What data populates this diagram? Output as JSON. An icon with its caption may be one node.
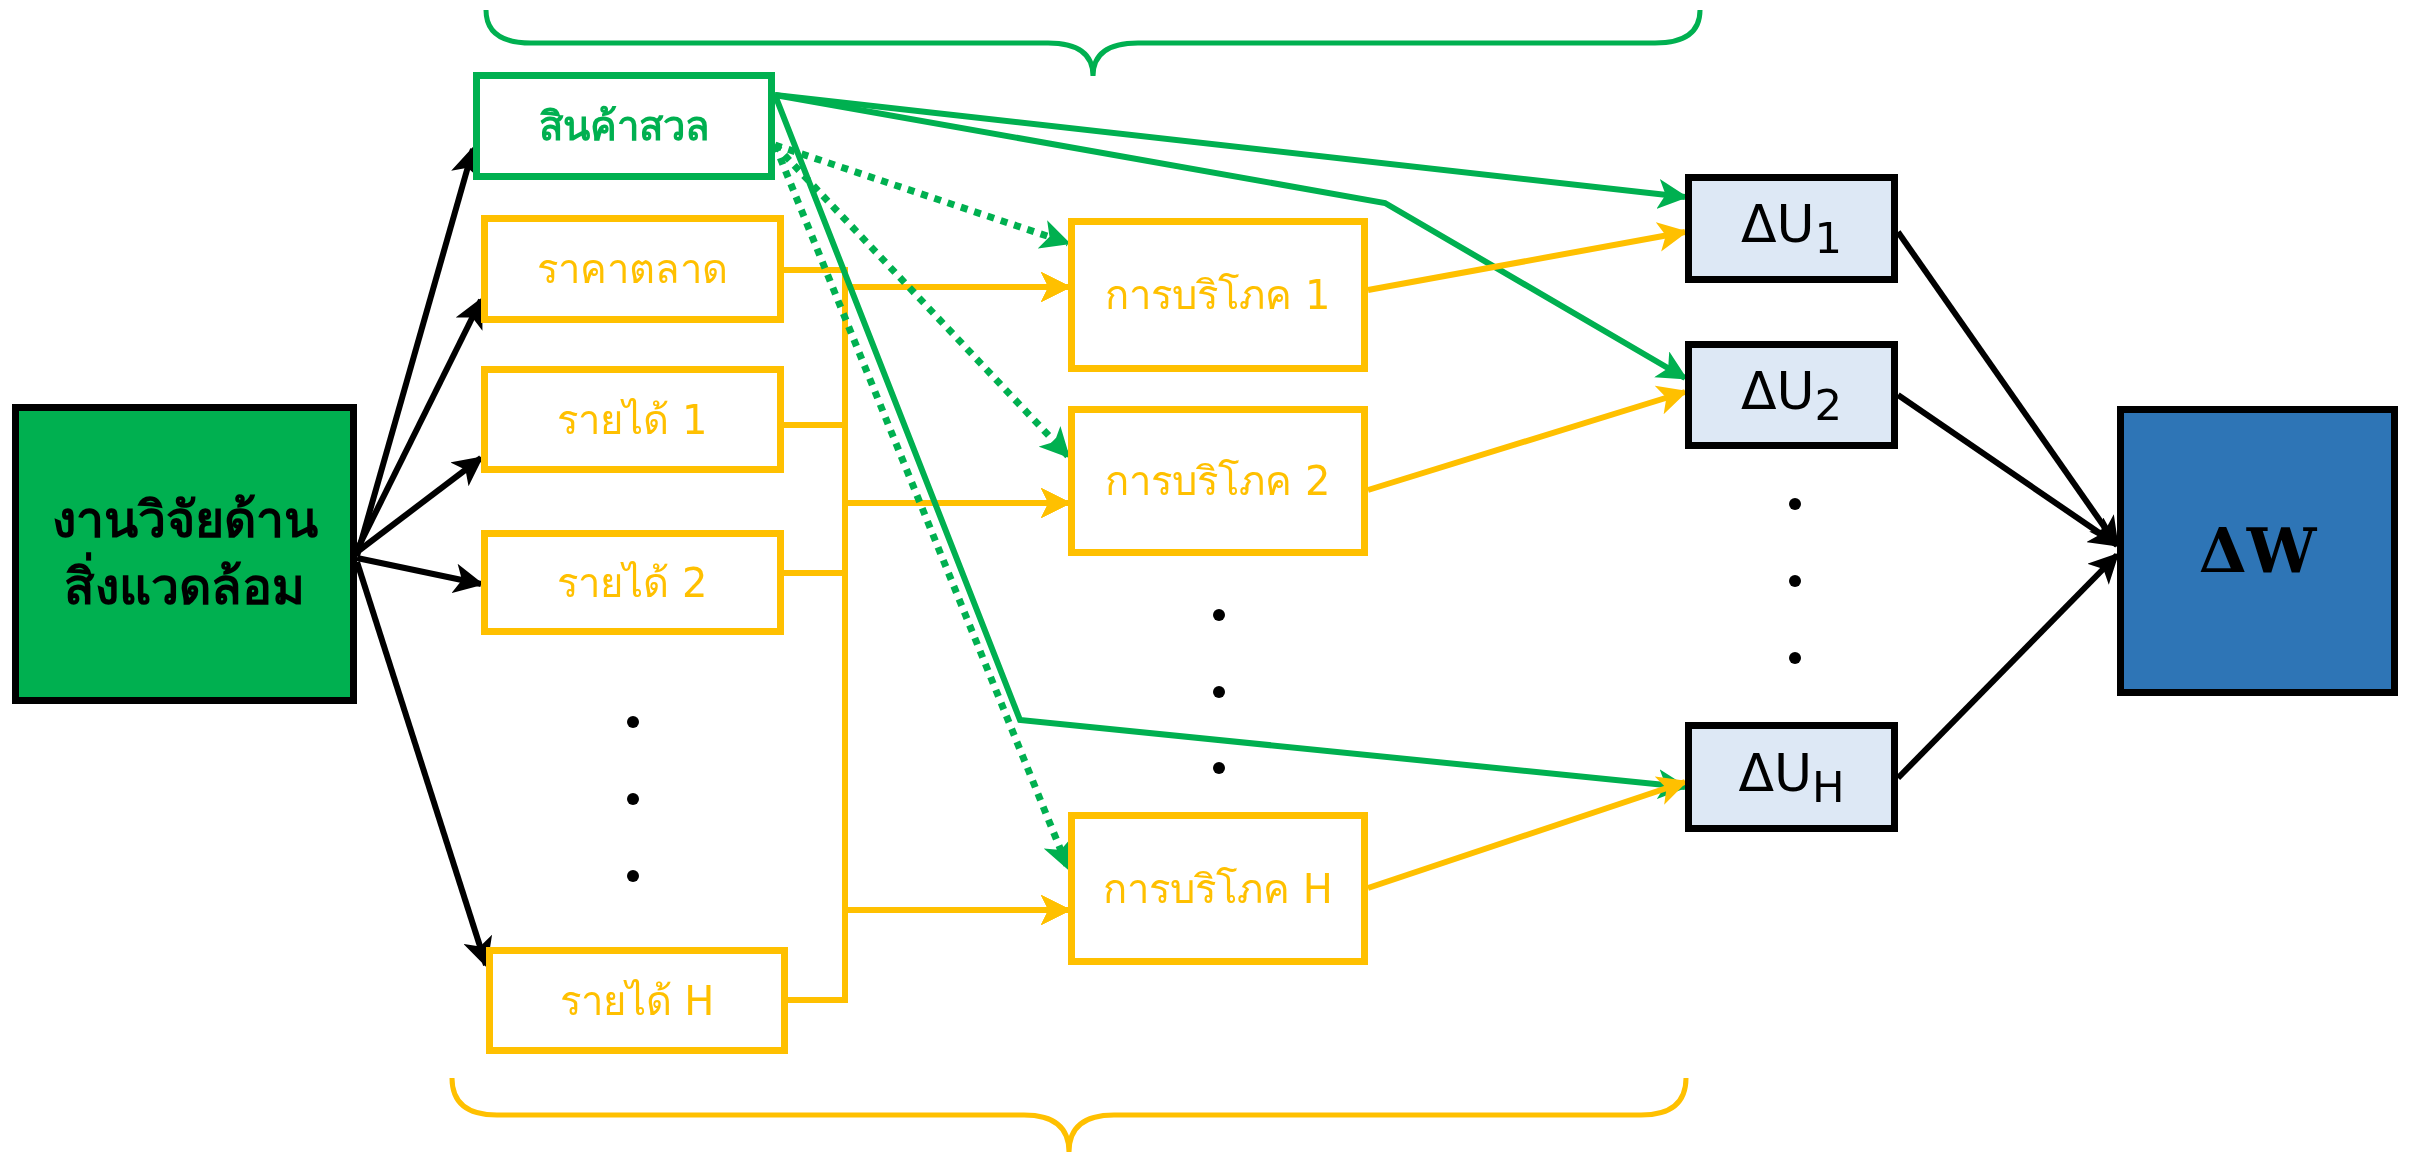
{
  "diagram": {
    "nodes": [
      {
        "text": [
          "งานวิจัยด้าน สิ่งแวดล้อม"
        ]
      },
      {
        "text": [
          "สินค้าสวล"
        ]
      },
      {
        "text": [
          "ราคาตลาด"
        ]
      },
      {
        "text": [
          "รายได้ 1"
        ]
      },
      {
        "text": [
          "รายได้ 2"
        ]
      },
      {
        "text": [
          "รายได้ H"
        ]
      },
      {
        "text": [
          "การบริโภค 1"
        ]
      },
      {
        "text": [
          "การบริโภค 2"
        ]
      },
      {
        "text": [
          "การบริโภค H"
        ]
      },
      {
        "text": [
          "ΔU$_{1}$"
        ]
      },
      {
        "text": [
          "ΔU$_{2}$"
        ]
      },
      {
        "text": [
          "ΔU$_{H}$"
        ]
      },
      {
        "text": [
          "ΔW"
        ]
      }
    ],
    "edges": [
      {
        "from": 0,
        "to": 1,
        "arrow": "to",
        "color": "#000000"
      },
      {
        "from": 0,
        "to": 2,
        "arrow": "to",
        "color": "#000000"
      },
      {
        "from": 0,
        "to": 3,
        "arrow": "to",
        "color": "#000000"
      },
      {
        "from": 0,
        "to": 4,
        "arrow": "to",
        "color": "#000000"
      },
      {
        "from": 0,
        "to": 5,
        "arrow": "to",
        "color": "#000000"
      },
      {
        "from": 2,
        "to": 6,
        "arrow": "to"
      },
      {
        "from": 2,
        "to": 7,
        "arrow": "to"
      },
      {
        "from": 2,
        "to": 8,
        "arrow": "to"
      },
      {
        "from": 3,
        "to": 6,
        "arrow": "to"
      },
      {
        "from": 3,
        "to": 7,
        "arrow": "to"
      },
      {
        "from": 3,
        "to": 8,
        "arrow": "to"
      },
      {
        "from": 4,
        "to": 6,
        "arrow": "to"
      },
      {
        "from": 4,
        "to": 7,
        "arrow": "to"
      },
      {
        "from": 4,
        "to": 8,
        "arrow": "to"
      },
      {
        "from": 5,
        "to": 6,
        "arrow": "to"
      },
      {
        "from": 5,
        "to": 7,
        "arrow": "to"
      },
      {
        "from": 5,
        "to": 8,
        "arrow": "to"
      },
      {
        "from": 1,
        "to": 6,
        "arrow": "to",
        "style": "dashed",
        "color": "#00b050"
      },
      {
        "from": 1,
        "to": 7,
        "arrow": "to",
        "style": "dashed",
        "color": "#00b050"
      },
      {
        "from": 1,
        "to": 8,
        "arrow": "to",
        "style": "dashed",
        "color": "#00b050"
      },
      {
        "from": 1,
        "to": 9,
        "arrow": "to",
        "color": "#00b050"
      },
      {
        "from": 1,
        "to": 10,
        "arrow": "to",
        "color": "#00b050"
      },
      {
        "from": 1,
        "to": 11,
        "arrow": "to",
        "color": "#00b050"
      },
      {
        "from": 6,
        "to": 9,
        "arrow": "to"
      },
      {
        "from": 7,
        "to": 10,
        "arrow": "to"
      },
      {
        "from": 8,
        "to": 11,
        "arrow": "to"
      },
      {
        "from": 9,
        "to": 12,
        "arrow": "to",
        "color": "#000000"
      },
      {
        "from": 10,
        "to": 12,
        "arrow": "to",
        "color": "#000000"
      },
      {
        "from": 11,
        "to": 12,
        "arrow": "to",
        "color": "#000000"
      }
    ]
  }
}
